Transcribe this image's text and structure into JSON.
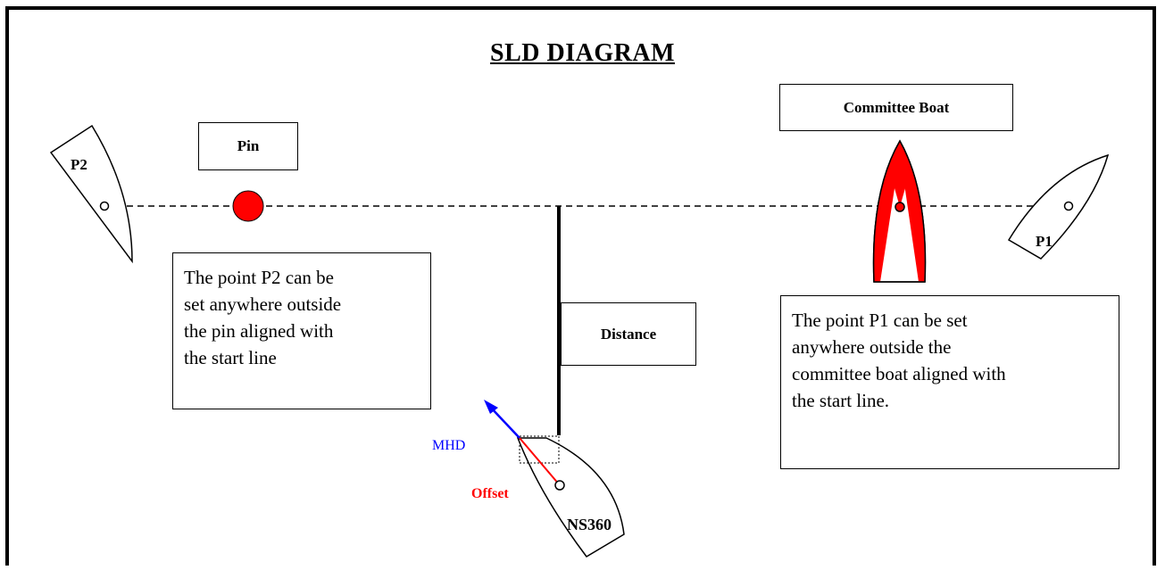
{
  "title": "SLD DIAGRAM",
  "labels": {
    "pin": "Pin",
    "committee_boat": "Committee Boat",
    "distance": "Distance",
    "p1": "P1",
    "p2": "P2",
    "mhd": "MHD",
    "offset": "Offset",
    "ns360": "NS360"
  },
  "notes": {
    "p2": [
      "The point P2  can be",
      "set anywhere outside",
      "the pin aligned with",
      "the start line"
    ],
    "p1": [
      "The point P1 can be set",
      "anywhere outside the",
      "committee boat aligned with",
      "the start line."
    ]
  },
  "colors": {
    "pin": "#ff0000",
    "mhd_arrow": "#0000ff",
    "offset_line": "#ff0000",
    "committee_boat_fill": "#ff0000"
  }
}
